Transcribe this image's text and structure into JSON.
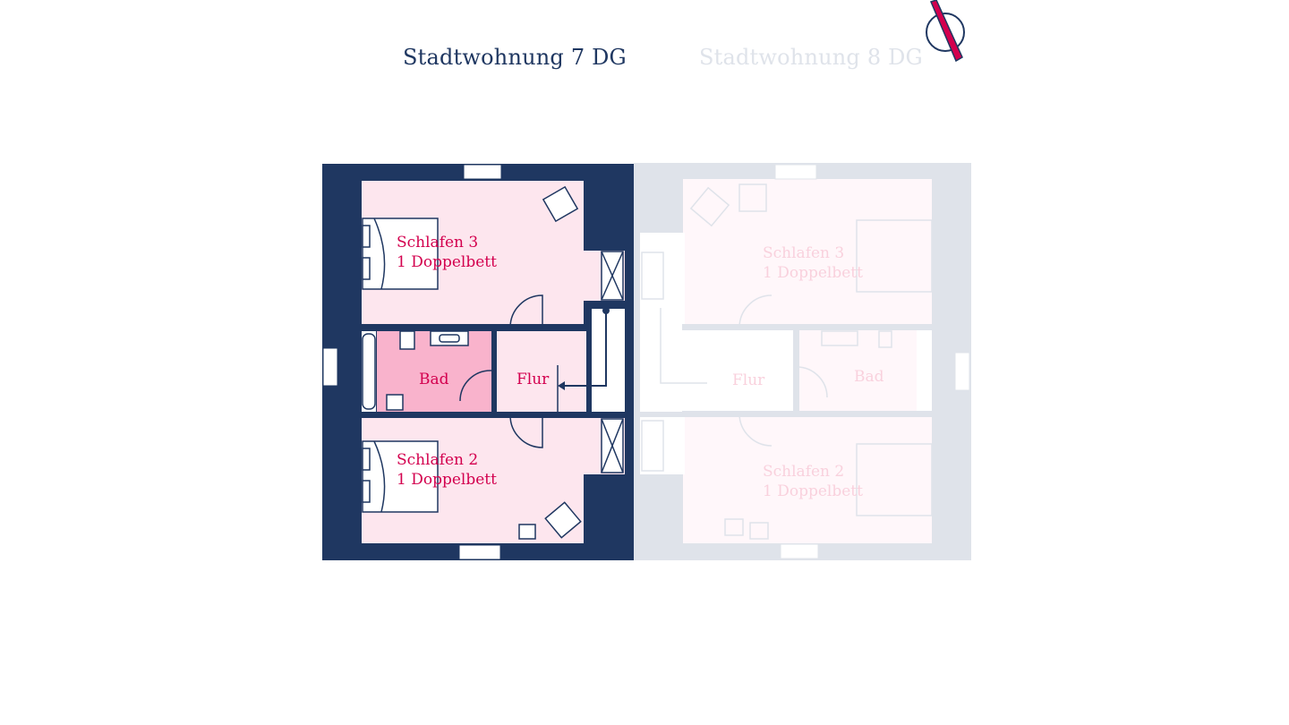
{
  "tabs": [
    {
      "label": "Stadtwohnung 7 DG",
      "active": true
    },
    {
      "label": "Stadtwohnung 8 DG",
      "active": false
    }
  ],
  "compass_icon": "north-arrow-icon",
  "colors": {
    "wall_active": "#1f3761",
    "wall_inactive": "#dfe3ea",
    "room_active": "#fde6ee",
    "bath_active": "#f9b3cc",
    "label_active": "#d3004e",
    "room_inactive": "#fff7fa",
    "label_inactive": "#f9d1dd",
    "compass": "#d3004e"
  },
  "unit_7": {
    "rooms": {
      "schlafen3": {
        "name": "Schlafen 3",
        "detail": "1 Doppelbett"
      },
      "bad": {
        "name": "Bad"
      },
      "flur": {
        "name": "Flur"
      },
      "schlafen2": {
        "name": "Schlafen 2",
        "detail": "1 Doppelbett"
      }
    }
  },
  "unit_8": {
    "rooms": {
      "schlafen3": {
        "name": "Schlafen 3",
        "detail": "1 Doppelbett"
      },
      "bad": {
        "name": "Bad"
      },
      "flur": {
        "name": "Flur"
      },
      "schlafen2": {
        "name": "Schlafen 2",
        "detail": "1 Doppelbett"
      }
    }
  }
}
